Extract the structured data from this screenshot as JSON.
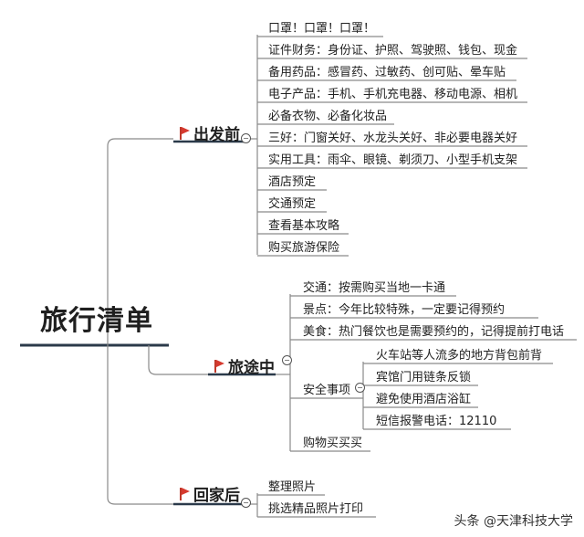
{
  "root": {
    "label": "旅行清单"
  },
  "branches": {
    "before": {
      "label": "出发前",
      "items": [
        "口罩！口罩！口罩！",
        "证件财务：身份证、护照、驾驶照、钱包、现金",
        "备用药品：感冒药、过敏药、创可贴、晕车贴",
        "电子产品：手机、手机充电器、移动电源、相机",
        "必备衣物、必备化妆品",
        "三好：门窗关好、水龙头关好、非必要电器关好",
        "实用工具：雨伞、眼镜、剃须刀、小型手机支架",
        "酒店预定",
        "交通预定",
        "查看基本攻略",
        "购买旅游保险"
      ]
    },
    "during": {
      "label": "旅途中",
      "items": [
        "交通：按需购买当地一卡通",
        "景点：今年比较特殊，一定要记得预约",
        "美食：热门餐饮也是需要预约的，记得提前打电话",
        "安全事项",
        "购物买买买"
      ],
      "safety_items": [
        "火车站等人流多的地方背包前背",
        "宾馆门用链条反锁",
        "避免使用酒店浴缸",
        "短信报警电话：12110"
      ]
    },
    "after": {
      "label": "回家后",
      "items": [
        "整理照片",
        "挑选精品照片打印"
      ]
    }
  },
  "watermark": "头条 @天津科技大学",
  "colors": {
    "flag": "#d63a2f",
    "line": "#7a7a7a",
    "underline_root": "#2b3a4a"
  }
}
